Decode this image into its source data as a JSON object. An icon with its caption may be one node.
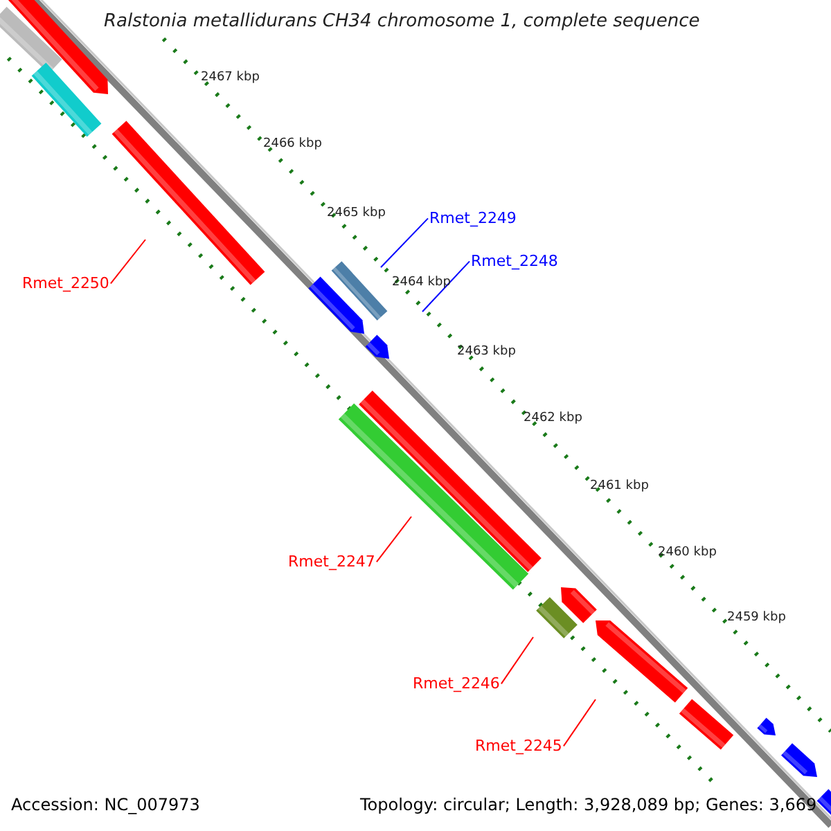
{
  "diagram": {
    "title": "Ralstonia metallidurans CH34 chromosome 1, complete sequence",
    "nodes": [
      {
        "text": [
          "Rmet_2249"
        ]
      },
      {
        "text": [
          "Rmet_2248"
        ]
      },
      {
        "text": [
          "Rmet_2250"
        ]
      },
      {
        "text": [
          "Rmet_2247"
        ]
      },
      {
        "text": [
          "Rmet_2246"
        ]
      },
      {
        "text": [
          "Rmet_2245"
        ]
      }
    ],
    "edges": [
      {
        "from": 0,
        "to": null,
        "arrow": "none",
        "color": "#0000ff"
      },
      {
        "from": 1,
        "to": null,
        "arrow": "none",
        "color": "#0000ff"
      },
      {
        "from": 2,
        "to": null,
        "arrow": "none"
      },
      {
        "from": 3,
        "to": null,
        "arrow": "none"
      },
      {
        "from": 4,
        "to": null,
        "arrow": "none"
      },
      {
        "from": 5,
        "to": null,
        "arrow": "none"
      }
    ],
    "labels": [
      "2467 kbp",
      "2466 kbp",
      "2465 kbp",
      "2464 kbp",
      "2463 kbp",
      "2462 kbp",
      "2461 kbp",
      "2460 kbp",
      "2459 kbp",
      "Accession: NC_007973",
      "Topology: circular; Length: 3,928,089 bp; Genes: 3,669"
    ]
  }
}
